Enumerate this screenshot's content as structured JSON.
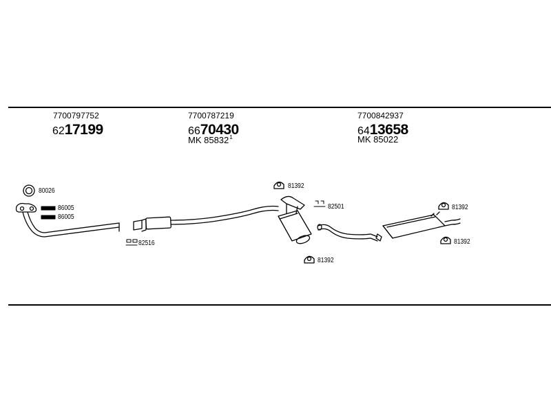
{
  "groups": [
    {
      "oe": "7700797752",
      "part_prefix": "62",
      "part_main": "17199",
      "mk": "",
      "mk_sup": ""
    },
    {
      "oe": "7700787219",
      "part_prefix": "66",
      "part_main": "70430",
      "mk": "MK  85832",
      "mk_sup": "1"
    },
    {
      "oe": "7700842937",
      "part_prefix": "64",
      "part_main": "13658",
      "mk": "MK  85022",
      "mk_sup": ""
    }
  ],
  "parts": {
    "p80026": "80026",
    "p86005a": "86005",
    "p86005b": "86005",
    "p82516": "82516",
    "p81392_top": "81392",
    "p82501": "82501",
    "p81392_mid": "81392",
    "p81392_right_top": "81392",
    "p81392_right_bottom": "81392"
  }
}
